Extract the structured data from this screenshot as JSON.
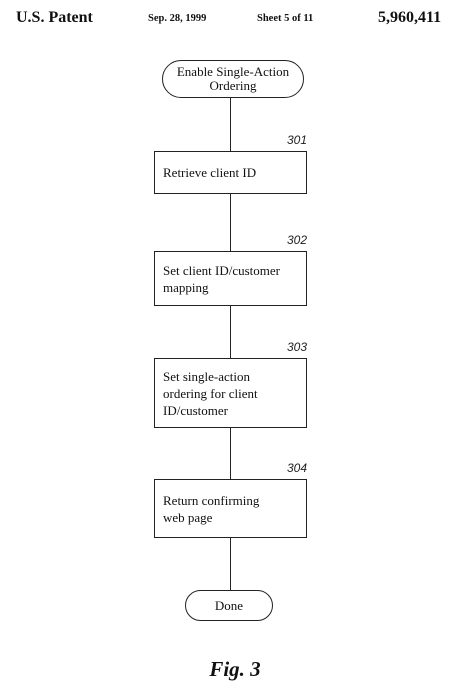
{
  "header": {
    "patent": "U.S. Patent",
    "date": "Sep. 28, 1999",
    "sheet": "Sheet 5 of 11",
    "number": "5,960,411"
  },
  "flowchart": {
    "start": [
      "Enable Single-Action",
      "Ordering"
    ],
    "steps": [
      {
        "ref": "301",
        "lines": [
          "Retrieve client ID"
        ]
      },
      {
        "ref": "302",
        "lines": [
          "Set client ID/customer",
          "mapping"
        ]
      },
      {
        "ref": "303",
        "lines": [
          "Set single-action",
          "ordering for client",
          "ID/customer"
        ]
      },
      {
        "ref": "304",
        "lines": [
          "Return confirming",
          "web page"
        ]
      }
    ],
    "end": "Done"
  },
  "figure_label": "Fig. 3"
}
